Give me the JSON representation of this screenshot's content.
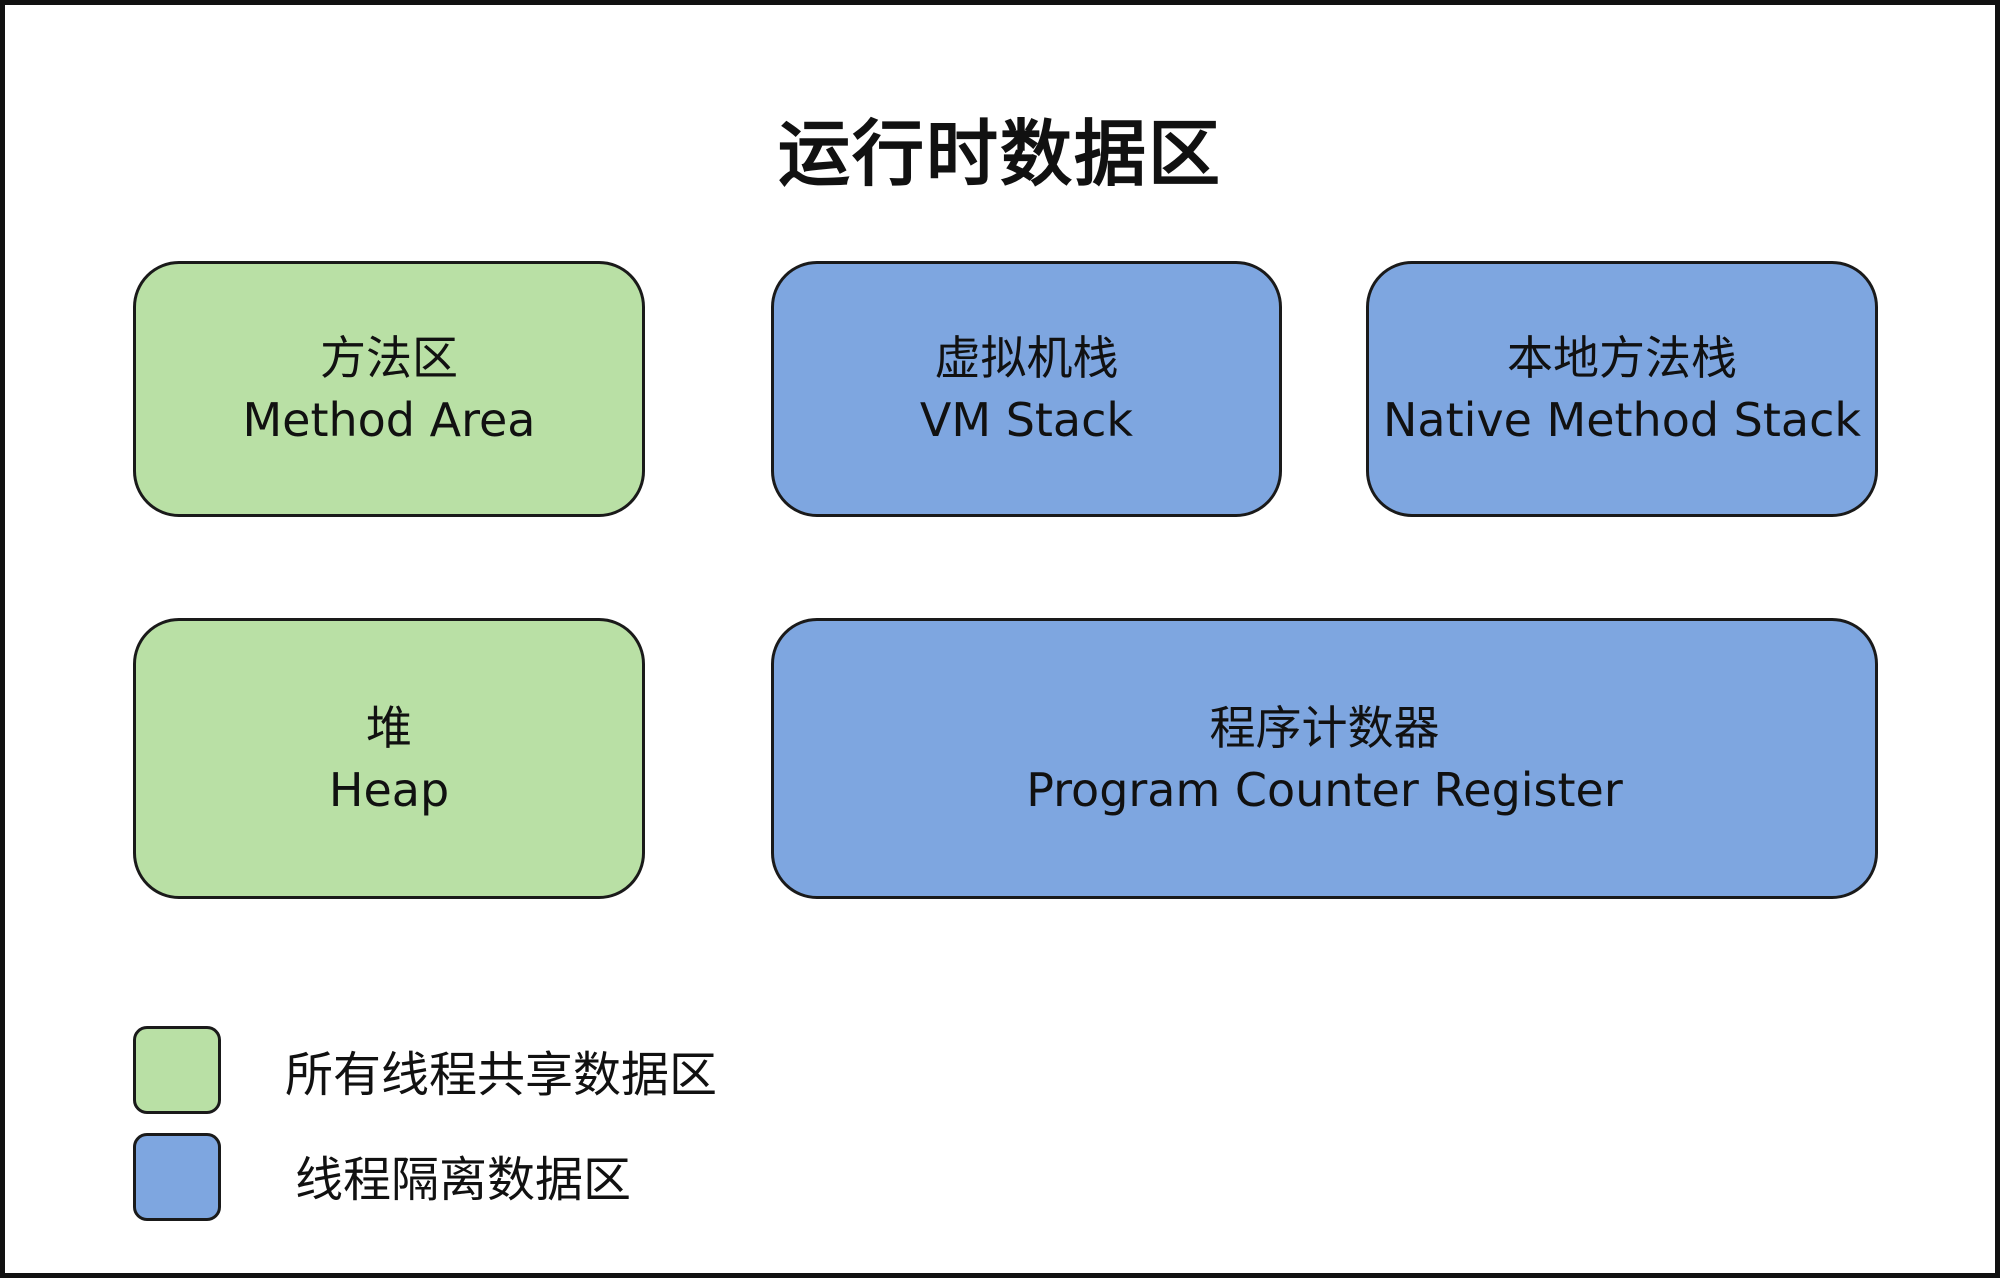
{
  "title": "运行时数据区",
  "colors": {
    "shared": "#b9e0a5",
    "isolated": "#7ea6e0",
    "border": "#1a1a1a"
  },
  "areas": {
    "method_area": {
      "zh": "方法区",
      "en": "Method Area",
      "group": "shared"
    },
    "vm_stack": {
      "zh": "虚拟机栈",
      "en": "VM Stack",
      "group": "isolated"
    },
    "native_method_stack": {
      "zh": "本地方法栈",
      "en": "Native Method Stack",
      "group": "isolated"
    },
    "heap": {
      "zh": "堆",
      "en": "Heap",
      "group": "shared"
    },
    "pc_register": {
      "zh": "程序计数器",
      "en": "Program Counter Register",
      "group": "isolated"
    }
  },
  "legend": {
    "shared": {
      "label": "所有线程共享数据区"
    },
    "isolated": {
      "label": "线程隔离数据区"
    }
  }
}
